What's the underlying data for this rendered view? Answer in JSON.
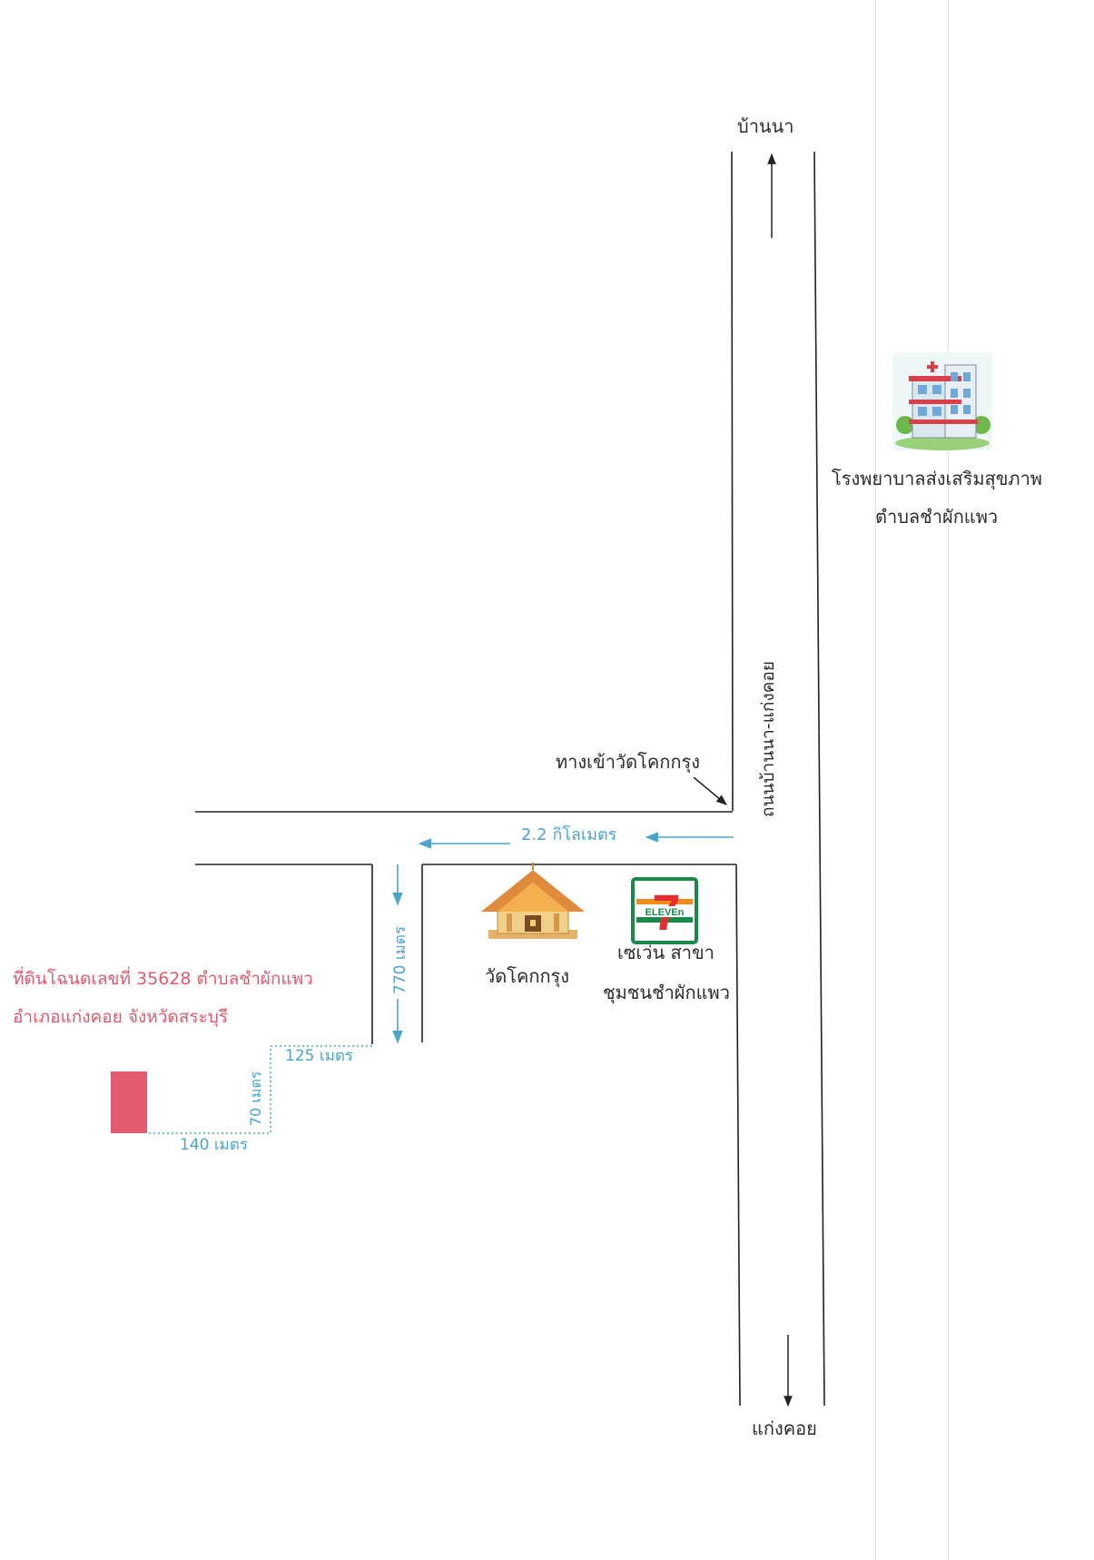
{
  "labels": {
    "north": "บ้านนา",
    "south": "แก่งคอย",
    "main_road": "ถนนบ้านนา-แก่งคอย",
    "entrance": "ทางเข้าวัดโคกกรุง",
    "hospital_line1": "โรงพยาบาลส่งเสริมสุขภาพ",
    "hospital_line2": "ตำบลชำผักแพว",
    "temple": "วัดโคกกรุง",
    "store_line1": "เซเว่น สาขา",
    "store_line2": "ชุมชนชำผักแพว",
    "land_line1": "ที่ดินโฉนดเลขที่ 35628 ตำบลชำผักแพว",
    "land_line2": "อำเภอแก่งคอย  จังหวัดสระบุรี"
  },
  "distances": {
    "side_road": "2.2 กิโลเมตร",
    "lane": "770 เมตร",
    "path_a": "125 เมตร",
    "path_b": "70 เมตร",
    "path_c": "140 เมตร"
  },
  "store_logo": {
    "digit": "7",
    "word": "ELEVEn"
  },
  "colors": {
    "road": "#222222",
    "distance": "#4aa6c8",
    "parcel": "#e15a6e",
    "store_orange": "#f28a1c",
    "store_green": "#1a8a4a",
    "store_red": "#e52d2d"
  },
  "icons": [
    "hospital-icon",
    "temple-icon",
    "seven-eleven-icon"
  ]
}
